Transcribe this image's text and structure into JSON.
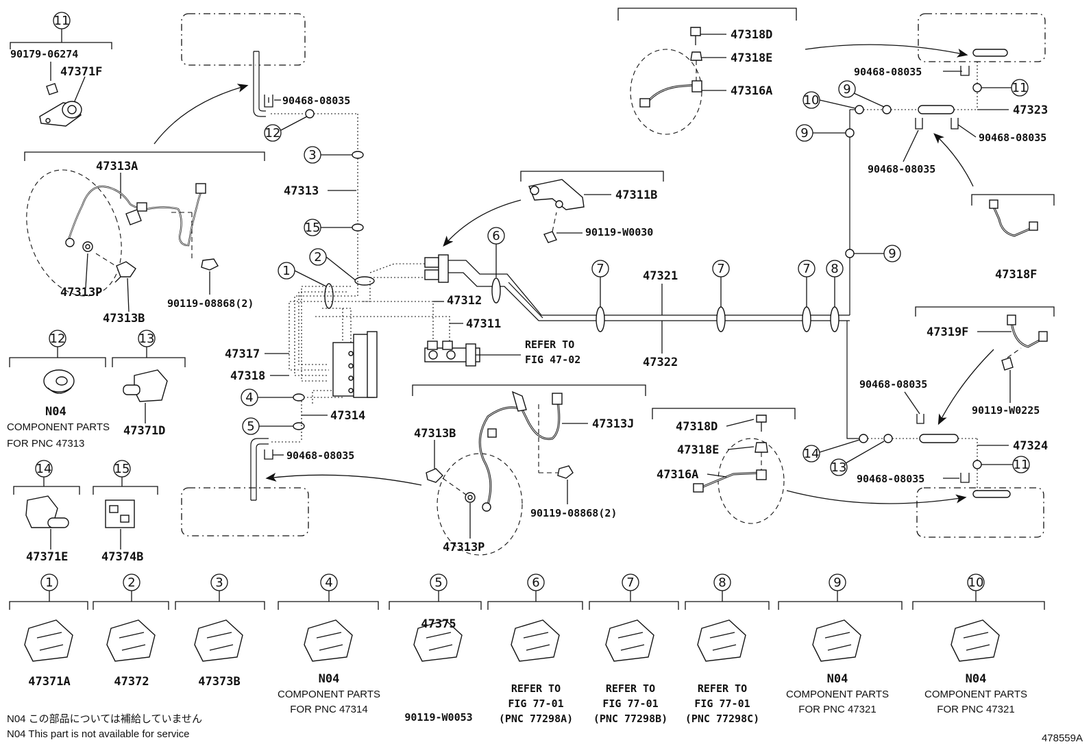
{
  "labels": {
    "l47371F": "47371F",
    "l90179": "90179-06274",
    "l47313A": "47313A",
    "l47313P_a": "47313P",
    "l47313B_a": "47313B",
    "l90119_08868_a": "90119-08868(2)",
    "l90468_a": "90468-08035",
    "l47313": "47313",
    "l47312": "47312",
    "l47311": "47311",
    "l47317": "47317",
    "l47318": "47318",
    "l47314": "47314",
    "l90468_b": "90468-08035",
    "l47311B": "47311B",
    "l90119_W0030": "90119-W0030",
    "l47321": "47321",
    "l47322": "47322",
    "refer1": "REFER TO",
    "refer1b": "FIG 47-02",
    "l47318D_a": "47318D",
    "l47318E_a": "47318E",
    "l47316A_a": "47316A",
    "l90468_c": "90468-08035",
    "l47323": "47323",
    "l90468_d": "90468-08035",
    "l90468_e": "90468-08035",
    "l47318F": "47318F",
    "l47319F": "47319F",
    "l90119_W0225": "90119-W0225",
    "l90468_f": "90468-08035",
    "l47324": "47324",
    "l90468_g": "90468-08035",
    "l47313B_b": "47313B",
    "l47313J": "47313J",
    "l47313P_b": "47313P",
    "l90119_08868_b": "90119-08868(2)",
    "l47318D_b": "47318D",
    "l47318E_b": "47318E",
    "l47316A_b": "47316A",
    "l47371D": "47371D",
    "l47371E": "47371E",
    "l47374B": "47374B",
    "n04_a": "N04",
    "comp_a1": "COMPONENT PARTS",
    "comp_a2": "FOR PNC 47313"
  },
  "callouts": [
    "1",
    "2",
    "3",
    "4",
    "5",
    "6",
    "7",
    "8",
    "9",
    "10",
    "11",
    "12",
    "13",
    "14",
    "15"
  ],
  "legend": [
    {
      "num": "1",
      "lines": [
        "47371A"
      ]
    },
    {
      "num": "2",
      "lines": [
        "47372"
      ]
    },
    {
      "num": "3",
      "lines": [
        "47373B"
      ]
    },
    {
      "num": "4",
      "lines": [
        "N04",
        "COMPONENT PARTS",
        "FOR PNC 47314"
      ]
    },
    {
      "num": "5",
      "lines": [
        "47375",
        "90119-W0053"
      ]
    },
    {
      "num": "6",
      "lines": [
        "REFER TO",
        "FIG 77-01",
        "(PNC 77298A)"
      ]
    },
    {
      "num": "7",
      "lines": [
        "REFER TO",
        "FIG 77-01",
        "(PNC 77298B)"
      ]
    },
    {
      "num": "8",
      "lines": [
        "REFER TO",
        "FIG 77-01",
        "(PNC 77298C)"
      ]
    },
    {
      "num": "9",
      "lines": [
        "N04",
        "COMPONENT PARTS",
        "FOR PNC 47321"
      ]
    },
    {
      "num": "10",
      "lines": [
        "N04",
        "COMPONENT PARTS",
        "FOR PNC 47321"
      ]
    }
  ],
  "footnote_jp": "N04 この部品については補給していません",
  "footnote_en": "N04 This part is not available for service",
  "figure_id": "478559A"
}
